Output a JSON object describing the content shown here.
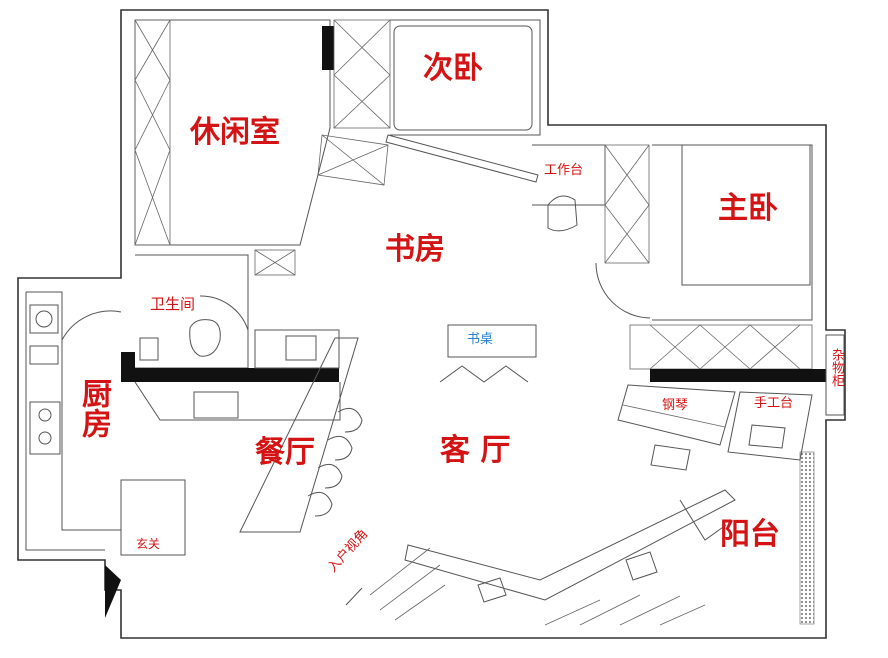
{
  "rooms": {
    "secondary_bedroom": "次卧",
    "leisure_room": "休闲室",
    "study": "书房",
    "master_bedroom": "主卧",
    "bathroom": "卫生间",
    "kitchen": "厨房",
    "dining": "餐厅",
    "living": "客 厅",
    "balcony": "阳台"
  },
  "furniture": {
    "workbench": "工作台",
    "desk": "书桌",
    "piano": "钢琴",
    "craft_table": "手工台",
    "storage": "杂物柜",
    "entrance": "玄关",
    "entry_view": "入户视角"
  },
  "colors": {
    "label_red": "#d41414",
    "desk_blue": "#2a7fd0",
    "wall": "#333333"
  }
}
